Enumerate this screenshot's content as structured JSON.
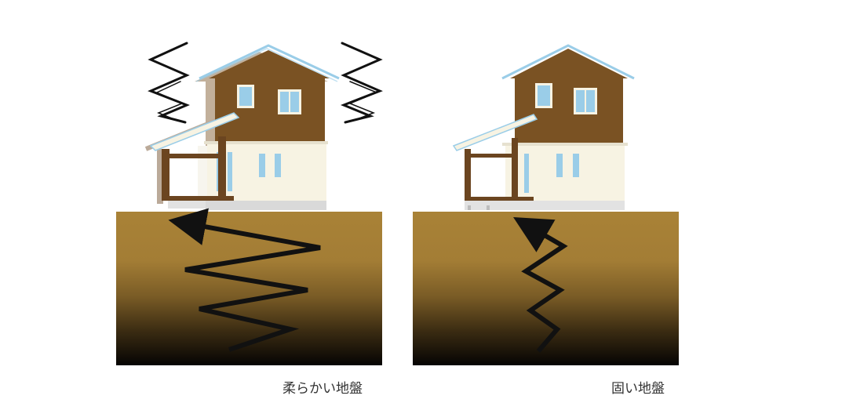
{
  "panels": [
    {
      "id": "soft",
      "caption": "柔らかい地盤"
    },
    {
      "id": "hard",
      "caption": "固い地盤"
    }
  ],
  "colors": {
    "soil_top": "#A98237",
    "soil_mid": "#8A6A2C",
    "soil_bottom": "#000000",
    "house_upper": "#7A5223",
    "house_lower": "#F7F3E3",
    "roof": "#9ACDE8",
    "window": "#9ACDE8",
    "porch_frame": "#6B4520",
    "foundation": "#E2E2E2",
    "wave": "#111111"
  }
}
